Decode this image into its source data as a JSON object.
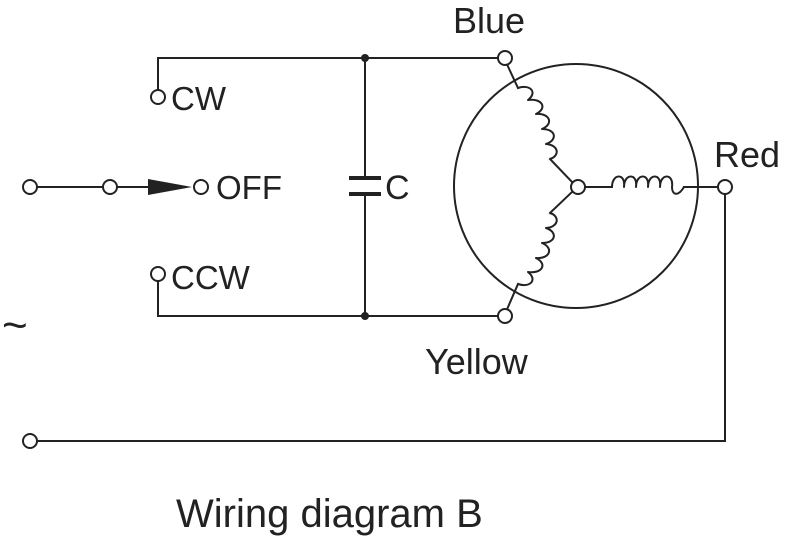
{
  "caption": "Wiring diagram B",
  "labels": {
    "blue": "Blue",
    "red": "Red",
    "yellow": "Yellow",
    "cw": "CW",
    "off": "OFF",
    "ccw": "CCW",
    "capacitor": "C",
    "ac_source": "~"
  },
  "icons": {
    "switch_arrow": "arrow-right-icon",
    "capacitor": "capacitor-icon",
    "motor_windings": "star-winding-icon"
  },
  "colors": {
    "line": "#222222",
    "background": "#ffffff"
  }
}
